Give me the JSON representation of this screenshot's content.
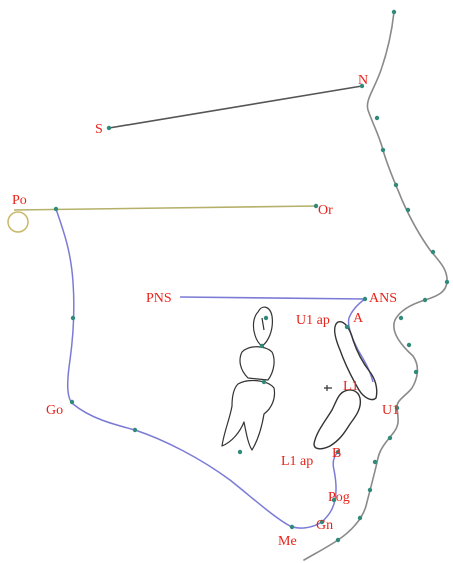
{
  "figure": {
    "colors": {
      "profile": "#8a8a8a",
      "sn_line": "#555555",
      "frankfort": "#b5b06a",
      "mandible": "#7b7bd6",
      "teeth": "#333333",
      "landmark_dot": "#2f8a7a",
      "label": "#e8231b",
      "ear_rod": "#c9b86a"
    },
    "labels": {
      "S": "S",
      "N": "N",
      "Po": "Po",
      "Or": "Or",
      "PNS": "PNS",
      "ANS": "ANS",
      "U1ap": "U1 ap",
      "A": "A",
      "L1": "L1",
      "U1": "U1",
      "Go": "Go",
      "L1ap": "L1 ap",
      "B": "B",
      "Pog": "Pog",
      "Gn": "Gn",
      "Me": "Me"
    }
  }
}
